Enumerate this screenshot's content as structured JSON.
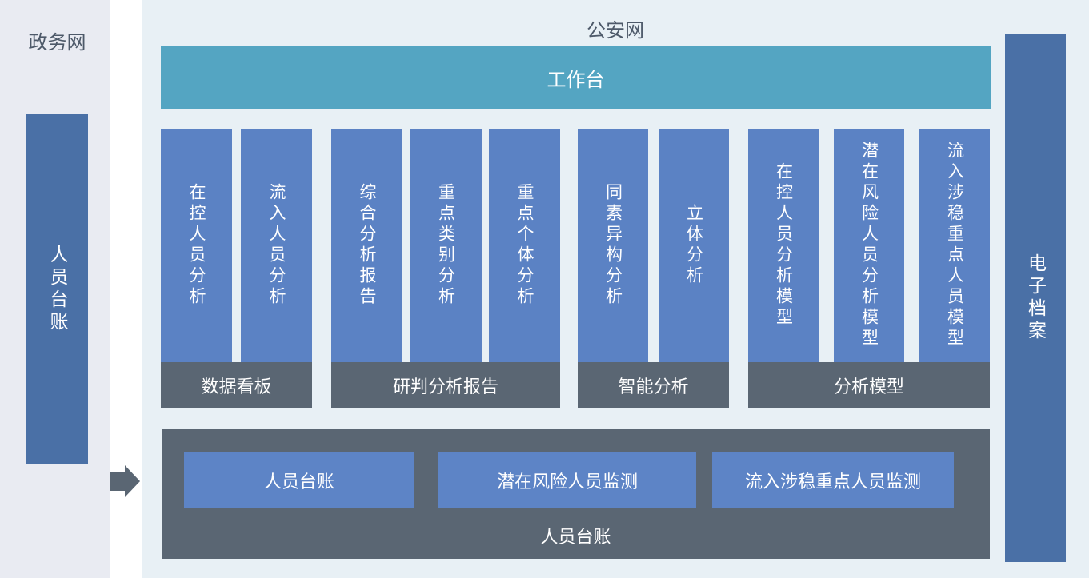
{
  "left_panel": {
    "title": "政务网",
    "bar_label": "人员台账"
  },
  "main_panel": {
    "title": "公安网",
    "workbench_label": "工作台",
    "groups": [
      {
        "label": "数据看板",
        "columns": [
          "在控人员分析",
          "流入人员分析"
        ]
      },
      {
        "label": "研判分析报告",
        "columns": [
          "综合分析报告",
          "重点类别分析",
          "重点个体分析"
        ]
      },
      {
        "label": "智能分析",
        "columns": [
          "同素异构分析",
          "立体分析"
        ]
      },
      {
        "label": "分析模型",
        "columns": [
          "在控人员分析模型",
          "潜在风险人员分析模型",
          "流入涉稳重点人员模型"
        ]
      }
    ],
    "bottom_panel": {
      "buttons": [
        "人员台账",
        "潜在风险人员监测",
        "流入涉稳重点人员监测"
      ],
      "label": "人员台账"
    }
  },
  "right_bar": {
    "label": "电子档案"
  },
  "colors": {
    "left_panel_bg": "#e9ebf2",
    "main_panel_bg": "#e8f0f5",
    "workbench_teal": "#54a5c2",
    "module_blue": "#5b82c4",
    "button_blue": "#5d84c6",
    "side_bar_blue": "#4a70a6",
    "slate_gray": "#5a6673",
    "title_text": "#4d5969",
    "light_text": "#ffffff"
  }
}
